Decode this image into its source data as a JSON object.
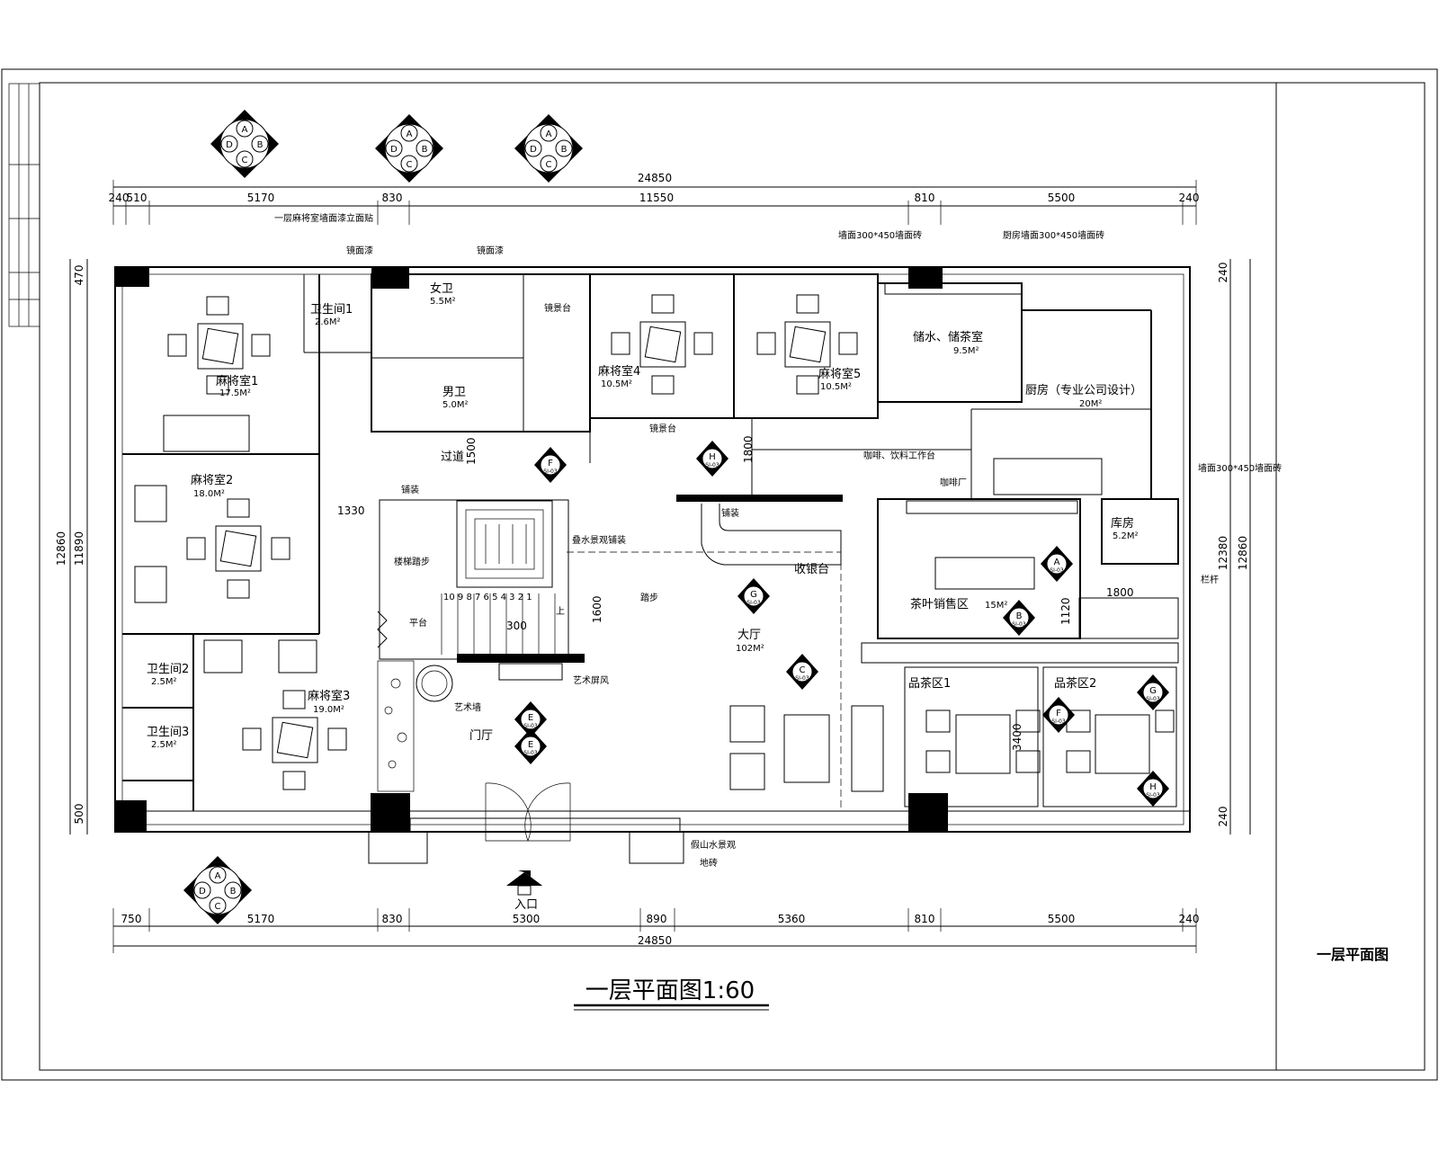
{
  "dimensions": {
    "top_total": "24850",
    "top": [
      "240",
      "510",
      "5170",
      "830",
      "11550",
      "810",
      "5500",
      "240"
    ],
    "bottom_total": "24850",
    "bottom": [
      "750",
      "5170",
      "830",
      "5300",
      "890",
      "5360",
      "810",
      "5500",
      "240"
    ],
    "left": [
      "470",
      "12860",
      "11890",
      "500"
    ],
    "right": [
      "240",
      "12380",
      "12860",
      "240"
    ],
    "inner": [
      "1500",
      "1800",
      "1330",
      "1600",
      "300",
      "1120",
      "1800",
      "3400"
    ]
  },
  "rooms": {
    "mahjong1": {
      "name": "麻将室1",
      "area": "17.5M²"
    },
    "mahjong2": {
      "name": "麻将室2",
      "area": "18.0M²"
    },
    "mahjong3": {
      "name": "麻将室3",
      "area": "19.0M²"
    },
    "mahjong4": {
      "name": "麻将室4",
      "area": "10.5M²"
    },
    "mahjong5": {
      "name": "麻将室5",
      "area": "10.5M²"
    },
    "wc1": {
      "name": "卫生间1",
      "area": "2.6M²"
    },
    "wc2": {
      "name": "卫生间2",
      "area": "2.5M²"
    },
    "wc3": {
      "name": "卫生间3",
      "area": "2.5M²"
    },
    "female_wc": {
      "name": "女卫",
      "area": "5.5M²"
    },
    "male_wc": {
      "name": "男卫",
      "area": "5.0M²"
    },
    "storage": {
      "name": "储水、储茶室",
      "area": "9.5M²"
    },
    "kitchen": {
      "name": "厨房（专业公司设计）",
      "area": "20M²"
    },
    "warehouse": {
      "name": "库房",
      "area": "5.2M²"
    },
    "tea_sales": {
      "name": "茶叶销售区",
      "area": "15M²"
    },
    "hall": {
      "name": "大厅",
      "area": "102M²"
    },
    "tea1": {
      "name": "品茶区1"
    },
    "tea2": {
      "name": "品茶区2"
    },
    "foyer": {
      "name": "门厅"
    },
    "corridor": {
      "name": "过道"
    },
    "cashier": {
      "name": "收银台"
    },
    "entrance": {
      "name": "入口"
    }
  },
  "annotations": {
    "mahjong_note": "一层麻将室墙面漆立面贴",
    "mirror_label": "镜面漆",
    "mirror_label2": "镜面漆",
    "wall_tile1": "墙面300*450墙面砖",
    "wall_tile2": "厨房墙面300*450墙面砖",
    "warehouse_tile": "墙面300*450墙面砖",
    "display1": "镜景台",
    "display2": "镜景台",
    "workbench": "咖啡、饮料工作台",
    "coffee": "咖啡厂",
    "railing": "栏杆",
    "stair_note": "楼梯踏步",
    "water_feature": "叠水景观铺装",
    "art_screen": "艺术屏风",
    "paving1": "铺装",
    "paving2": "铺装",
    "platform": "平台",
    "steps_note": "踏步",
    "art_wall": "艺术墙",
    "rockery": "假山水景观",
    "floor_tile": "地砖",
    "stair_numbers": "10 9 8 7 6 5 4 3 2 1",
    "stair_up": "上"
  },
  "title": "一层平面图1:60",
  "sheet_name": "一层平面图",
  "marker_letters": [
    "A",
    "B",
    "C",
    "D"
  ],
  "section_markers": [
    "E",
    "F",
    "G",
    "H",
    "A",
    "B",
    "C"
  ],
  "section_code": "SI-03"
}
